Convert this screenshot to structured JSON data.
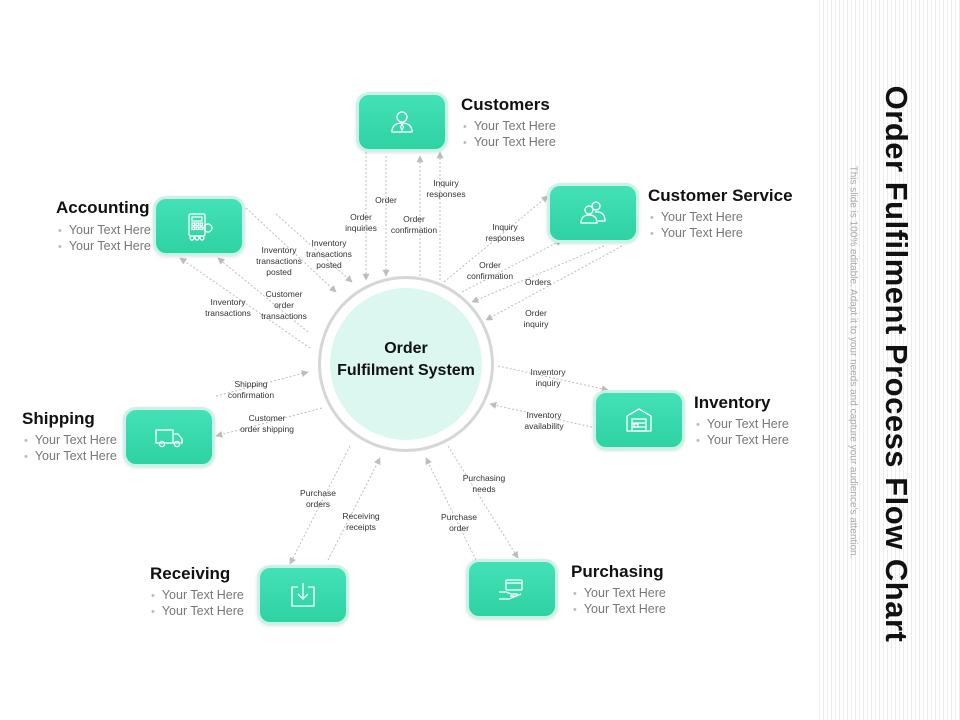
{
  "page": {
    "title": "Order Fulfilment Process Flow Chart",
    "subtitle": "This slide is 100% editable. Adapt it to your needs and capture your audience's attention."
  },
  "hub": {
    "label_line1": "Order",
    "label_line2": "Fulfilment System"
  },
  "placeholder": "Your Text Here",
  "nodes": {
    "customers": {
      "title": "Customers",
      "icon": "person-icon"
    },
    "customer_service": {
      "title": "Customer Service",
      "icon": "people-icon"
    },
    "inventory": {
      "title": "Inventory",
      "icon": "warehouse-icon"
    },
    "purchasing": {
      "title": "Purchasing",
      "icon": "hand-card-icon"
    },
    "receiving": {
      "title": "Receiving",
      "icon": "download-box-icon"
    },
    "shipping": {
      "title": "Shipping",
      "icon": "truck-icon"
    },
    "accounting": {
      "title": "Accounting",
      "icon": "calculator-icon"
    }
  },
  "bullets": {
    "customers": [
      "Your Text Here",
      "Your Text Here"
    ],
    "customer_service": [
      "Your Text Here",
      "Your Text Here"
    ],
    "inventory": [
      "Your Text Here",
      "Your Text Here"
    ],
    "purchasing": [
      "Your Text Here",
      "Your Text Here"
    ],
    "receiving": [
      "Your Text Here",
      "Your Text Here"
    ],
    "shipping": [
      "Your Text Here",
      "Your Text Here"
    ],
    "accounting": [
      "Your Text Here",
      "Your Text Here"
    ]
  },
  "flows": {
    "order": "Order",
    "inquiry_responses": "Inquiry\nresponses",
    "order_inquiries": "Order\ninquiries",
    "order_confirmation": "Order\nconfirmation",
    "cs_inquiry_responses": "Inquiry\nresponses",
    "cs_order_confirmation": "Order\nconfirmation",
    "orders": "Orders",
    "order_inquiry": "Order\ninquiry",
    "inventory_inquiry": "Inventory\ninquiry",
    "inventory_availability": "Inventory\navailability",
    "purchasing_needs": "Purchasing\nneeds",
    "purchase_order": "Purchase\norder",
    "receiving_receipts": "Receiving\nreceipts",
    "purchase_orders": "Purchase\norders",
    "customer_order_shipping": "Customer\norder shipping",
    "shipping_confirmation": "Shipping\nconfirmation",
    "customer_order_transactions": "Customer\norder\ntransactions",
    "inventory_transactions": "Inventory\ntransactions",
    "inventory_transactions_posted_1": "Inventory\ntransactions\nposted",
    "inventory_transactions_posted_2": "Inventory\ntransactions\nposted"
  },
  "colors": {
    "node": "#3bd9ad",
    "hub_fill": "#dcf7ef",
    "ring": "#d6d6d6",
    "arrow": "#bdbdbd"
  }
}
